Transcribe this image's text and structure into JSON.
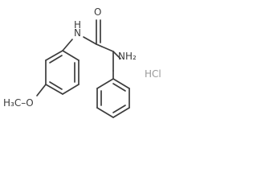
{
  "molecule": {
    "atoms": {
      "carbonyl_oxygen": "O",
      "amide_nitrogen": "N",
      "amide_hydrogen": "H",
      "amino_group": "NH₂",
      "methoxy_group": "H₃C–O"
    },
    "salt": "HCl"
  },
  "colors": {
    "bond": "#3c3c3c",
    "salt": "#9a9a9a",
    "background": "#ffffff"
  }
}
